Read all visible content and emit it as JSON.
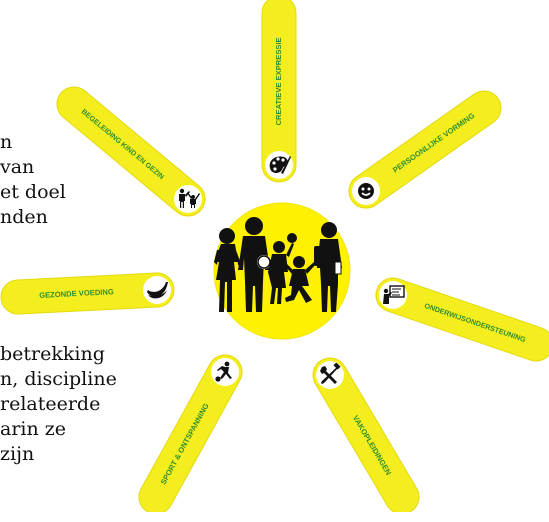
{
  "colors": {
    "ray": "#f5ee1e",
    "ray_edge": "#e3d90c",
    "sun": "#fff200",
    "label": "#2e8f2e",
    "icon_bg": "#ffffff",
    "silhouette": "#111111"
  },
  "background_text": {
    "block1": [
      "n",
      " van",
      "et doel",
      "nden"
    ],
    "block2": [
      "betrekking",
      "n, discipline",
      "relateerde",
      "arin ze",
      "zijn"
    ]
  },
  "center": {
    "icon": "family-silhouette-icon"
  },
  "rays": [
    {
      "label": "CREATIEVE EXPRESSIE",
      "icon": "palette-brush-icon"
    },
    {
      "label": "PERSOONLIJKE VORMING",
      "icon": "smiley-face-icon"
    },
    {
      "label": "ONDERWIJSONDERSTEUNING",
      "icon": "teacher-board-icon"
    },
    {
      "label": "VAKOPLEIDINGEN",
      "icon": "tools-icon"
    },
    {
      "label": "SPORT & ONTSPANNING",
      "icon": "soccer-player-icon"
    },
    {
      "label": "GEZONDE VOEDING",
      "icon": "banana-icon"
    },
    {
      "label": "BEGELEIDING KIND EN GEZIN",
      "icon": "parent-child-icon"
    }
  ]
}
